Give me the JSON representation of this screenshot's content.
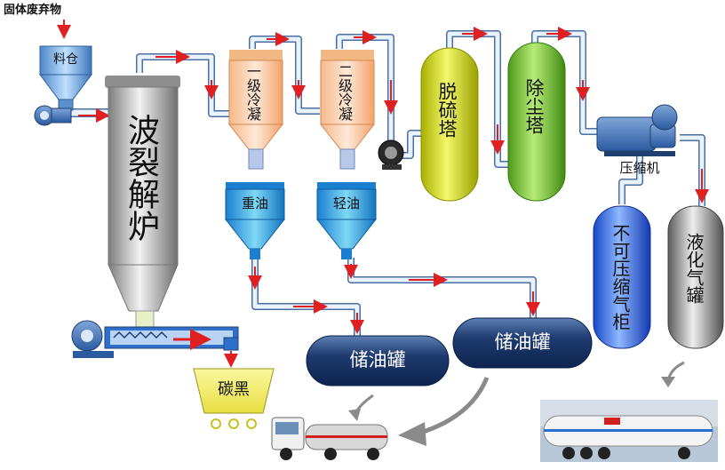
{
  "title": "固体废弃物",
  "hopper": "料仓",
  "pyrolysis_furnace": "波裂解炉",
  "cooler_1": "一级冷凝",
  "cooler_2": "二级冷凝",
  "heavy_oil": "重油",
  "light_oil": "轻油",
  "desulfurization_tower": "脱硫塔",
  "dust_tower": "除尘塔",
  "compressor": "压缩机",
  "gas_holder": "不可压缩气柜",
  "lpg_tank": "液化气罐",
  "oil_tank_1": "储油罐",
  "oil_tank_2": "储油罐",
  "carbon_black": "碳黑",
  "colors": {
    "pipe_fill": "#eaf2fb",
    "pipe_edge": "#4a6fa5",
    "arrow": "#e02020",
    "tower_yellow": "#d8e020",
    "tower_green": "#8ccf3a",
    "tank_navy": "#2c4a7c",
    "holder_blue": "#3a78e0",
    "furnace_grey": "#a8a8a8"
  }
}
